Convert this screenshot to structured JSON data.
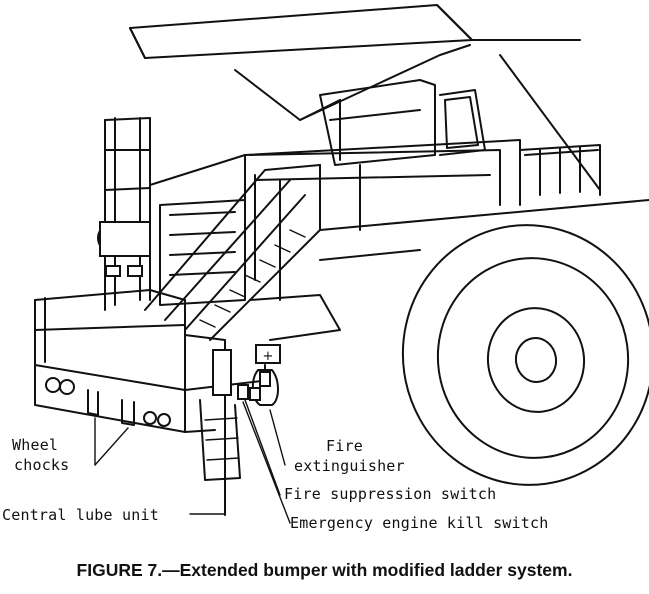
{
  "labels": {
    "wheel_chocks": [
      "Wheel",
      "chocks"
    ],
    "central_lube_unit": "Central lube unit",
    "fire_extinguisher": [
      "Fire",
      "extinguisher"
    ],
    "fire_suppression_switch": "Fire suppression switch",
    "emergency_engine_kill_switch": "Emergency engine kill switch",
    "extinguisher_symbol": "+"
  },
  "caption": "FIGURE 7.—Extended bumper with modified ladder system."
}
